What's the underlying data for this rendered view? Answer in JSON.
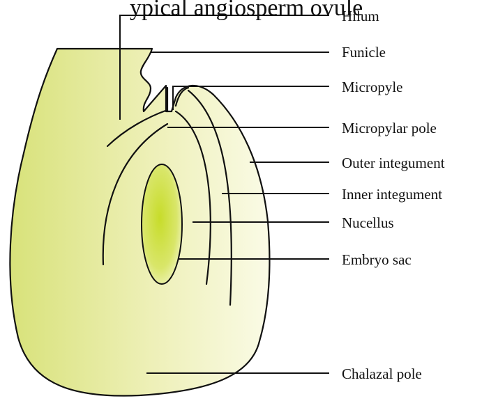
{
  "title_fragment": "ypical angiosperm ovule",
  "labels": {
    "hilum": "Hilum",
    "funicle": "Funicle",
    "micropyle": "Micropyle",
    "micropylar_pole": "Micropylar pole",
    "outer_integument": "Outer integument",
    "inner_integument": "Inner integument",
    "nucellus": "Nucellus",
    "embryo_sac": "Embryo sac",
    "chalazal_pole": "Chalazal pole"
  },
  "colors": {
    "ovule_dark": "#d8e27a",
    "ovule_light": "#f8f9dc",
    "embryo_sac_center": "#c7dc2a",
    "embryo_sac_edge": "#eef3b8",
    "outline": "#111111"
  }
}
